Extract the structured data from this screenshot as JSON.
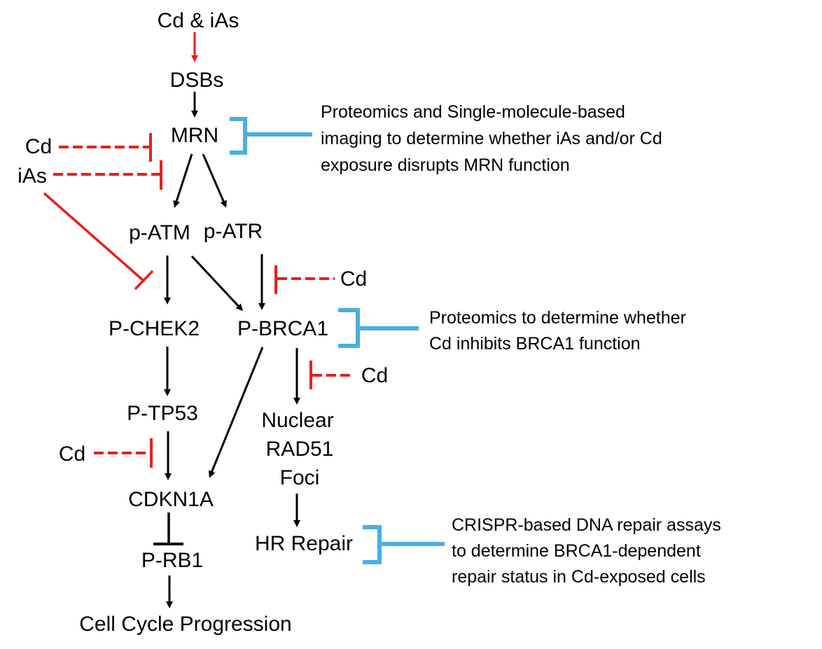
{
  "colors": {
    "activation": "#000000",
    "exposure": "#ee1c1c",
    "bracket": "#4aaee3",
    "text": "#000000",
    "background": "#ffffff"
  },
  "nodes": {
    "cd_ias": "Cd & iAs",
    "dsbs": "DSBs",
    "mrn": "MRN",
    "cd_left": "Cd",
    "ias_left": "iAs",
    "patm": "p-ATM",
    "patr": "p-ATR",
    "cd_atr": "Cd",
    "pchek2": "P-CHEK2",
    "pbrca1": "P-BRCA1",
    "cd_rad51": "Cd",
    "ptp53": "P-TP53",
    "nuclear_rad51_foci": [
      "Nuclear",
      "RAD51",
      "Foci"
    ],
    "cd_tp53": "Cd",
    "cdkn1a": "CDKN1A",
    "hr_repair": "HR Repair",
    "prb1": "P-RB1",
    "cell_cycle": "Cell Cycle Progression"
  },
  "annotations": {
    "mrn": [
      "Proteomics and Single-molecule-based",
      "imaging to determine whether iAs and/or Cd",
      "exposure disrupts MRN function"
    ],
    "brca1": [
      "Proteomics to determine whether",
      "Cd inhibits BRCA1 function"
    ],
    "hr_repair": [
      "CRISPR-based DNA repair assays",
      "to determine BRCA1-dependent",
      "repair status in Cd-exposed cells"
    ]
  },
  "edges": [
    {
      "from": "Cd & iAs",
      "to": "DSBs",
      "type": "activation",
      "style": "solid",
      "color": "exposure"
    },
    {
      "from": "DSBs",
      "to": "MRN",
      "type": "activation",
      "style": "solid"
    },
    {
      "from": "Cd",
      "to": "MRN",
      "type": "inhibition",
      "style": "dashed",
      "color": "exposure"
    },
    {
      "from": "iAs",
      "to": "MRN",
      "type": "inhibition",
      "style": "dashed",
      "color": "exposure"
    },
    {
      "from": "MRN",
      "to": "p-ATM",
      "type": "activation",
      "style": "solid"
    },
    {
      "from": "MRN",
      "to": "p-ATR",
      "type": "activation",
      "style": "solid"
    },
    {
      "from": "iAs",
      "to": "p-ATM → P-CHEK2",
      "type": "inhibition",
      "style": "solid",
      "color": "exposure"
    },
    {
      "from": "p-ATM",
      "to": "P-CHEK2",
      "type": "activation",
      "style": "solid"
    },
    {
      "from": "p-ATM",
      "to": "P-BRCA1",
      "type": "activation",
      "style": "solid"
    },
    {
      "from": "p-ATR",
      "to": "P-BRCA1",
      "type": "activation",
      "style": "solid"
    },
    {
      "from": "Cd",
      "to": "p-ATR → P-BRCA1",
      "type": "inhibition",
      "style": "dashed",
      "color": "exposure"
    },
    {
      "from": "P-CHEK2",
      "to": "P-TP53",
      "type": "activation",
      "style": "solid"
    },
    {
      "from": "P-BRCA1",
      "to": "CDKN1A",
      "type": "activation",
      "style": "solid"
    },
    {
      "from": "P-BRCA1",
      "to": "Nuclear RAD51 Foci",
      "type": "activation",
      "style": "solid"
    },
    {
      "from": "Cd",
      "to": "P-BRCA1 → Nuclear RAD51 Foci",
      "type": "inhibition",
      "style": "dashed",
      "color": "exposure"
    },
    {
      "from": "P-TP53",
      "to": "CDKN1A",
      "type": "activation",
      "style": "solid"
    },
    {
      "from": "Cd",
      "to": "P-TP53 → CDKN1A",
      "type": "inhibition",
      "style": "dashed",
      "color": "exposure"
    },
    {
      "from": "CDKN1A",
      "to": "P-RB1",
      "type": "inhibition",
      "style": "solid"
    },
    {
      "from": "P-RB1",
      "to": "Cell Cycle Progression",
      "type": "activation",
      "style": "solid"
    },
    {
      "from": "Nuclear RAD51 Foci",
      "to": "HR Repair",
      "type": "activation",
      "style": "solid"
    }
  ]
}
